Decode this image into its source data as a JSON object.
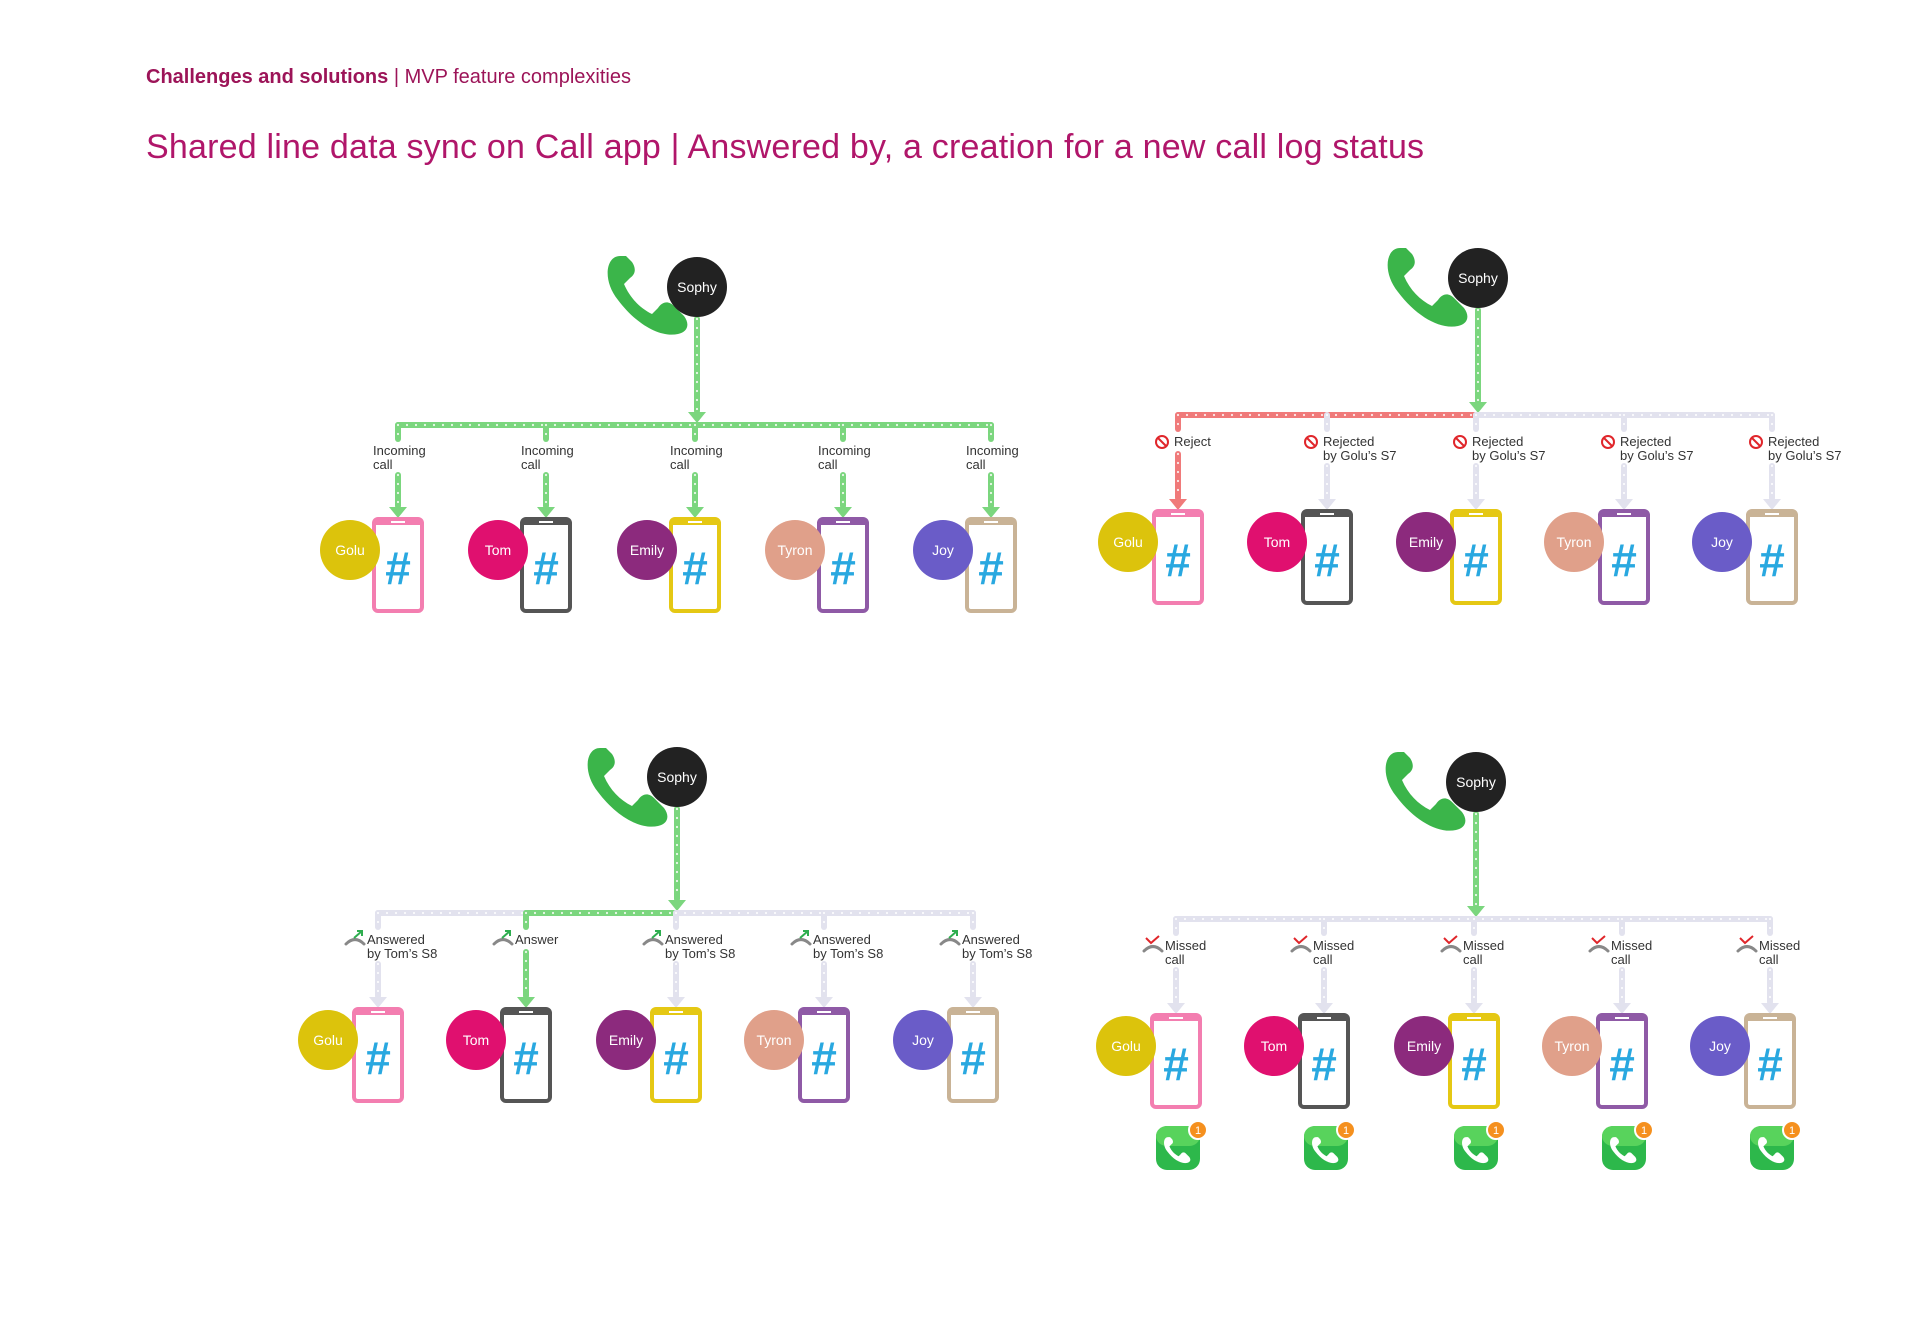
{
  "header": {
    "section": "Challenges and solutions",
    "separator": " | ",
    "subsection": "MVP feature complexities"
  },
  "title": "Shared line data sync on Call app | Answered by, a creation for a new call log status",
  "caller": "Sophy",
  "colors": {
    "accent": "#b0166a",
    "active_line": "#7bd67e",
    "reject_line": "#f07a7a",
    "inactive_line": "#e2e2ee",
    "hash": "#29a8e0",
    "phone_icon": "#3bb54a",
    "caller_bg": "#222222",
    "badge": "#f5901e"
  },
  "users": [
    {
      "name": "Golu",
      "avatar": "#dcc30c",
      "phone": "#f37eb0"
    },
    {
      "name": "Tom",
      "avatar": "#e0106f",
      "phone": "#555555"
    },
    {
      "name": "Emily",
      "avatar": "#8c2a7d",
      "phone": "#e5c814"
    },
    {
      "name": "Tyron",
      "avatar": "#e0a08a",
      "phone": "#8f5aa6"
    },
    {
      "name": "Joy",
      "avatar": "#6a5cc8",
      "phone": "#c9b396"
    }
  ],
  "scenarios": [
    {
      "id": "incoming",
      "labels": [
        [
          "Incoming",
          "call"
        ],
        [
          "Incoming",
          "call"
        ],
        [
          "Incoming",
          "call"
        ],
        [
          "Incoming",
          "call"
        ],
        [
          "Incoming",
          "call"
        ]
      ],
      "label_icons": [
        "none",
        "none",
        "none",
        "none",
        "none"
      ],
      "line_states": [
        "active",
        "active",
        "active",
        "active",
        "active"
      ],
      "show_app_badge": false
    },
    {
      "id": "rejected",
      "labels": [
        [
          "Reject"
        ],
        [
          "Rejected",
          "by Golu’s S7"
        ],
        [
          "Rejected",
          "by Golu’s S7"
        ],
        [
          "Rejected",
          "by Golu’s S7"
        ],
        [
          "Rejected",
          "by Golu’s S7"
        ]
      ],
      "label_icons": [
        "block-icon",
        "block-icon",
        "block-icon",
        "block-icon",
        "block-icon"
      ],
      "line_states": [
        "reject",
        "inactive",
        "inactive",
        "inactive",
        "inactive"
      ],
      "show_app_badge": false
    },
    {
      "id": "answered",
      "labels": [
        [
          "Answered",
          "by Tom’s S8"
        ],
        [
          "Answer"
        ],
        [
          "Answered",
          "by Tom’s S8"
        ],
        [
          "Answered",
          "by Tom’s S8"
        ],
        [
          "Answered",
          "by Tom’s S8"
        ]
      ],
      "label_icons": [
        "answered-icon",
        "answer-icon",
        "answered-icon",
        "answered-icon",
        "answered-icon"
      ],
      "line_states": [
        "inactive",
        "active",
        "inactive",
        "inactive",
        "inactive"
      ],
      "show_app_badge": false
    },
    {
      "id": "missed",
      "labels": [
        [
          "Missed",
          "call"
        ],
        [
          "Missed",
          "call"
        ],
        [
          "Missed",
          "call"
        ],
        [
          "Missed",
          "call"
        ],
        [
          "Missed",
          "call"
        ]
      ],
      "label_icons": [
        "missed-call-icon",
        "missed-call-icon",
        "missed-call-icon",
        "missed-call-icon",
        "missed-call-icon"
      ],
      "line_states": [
        "inactive",
        "inactive",
        "inactive",
        "inactive",
        "inactive"
      ],
      "show_app_badge": true,
      "badge_count": "1"
    }
  ]
}
